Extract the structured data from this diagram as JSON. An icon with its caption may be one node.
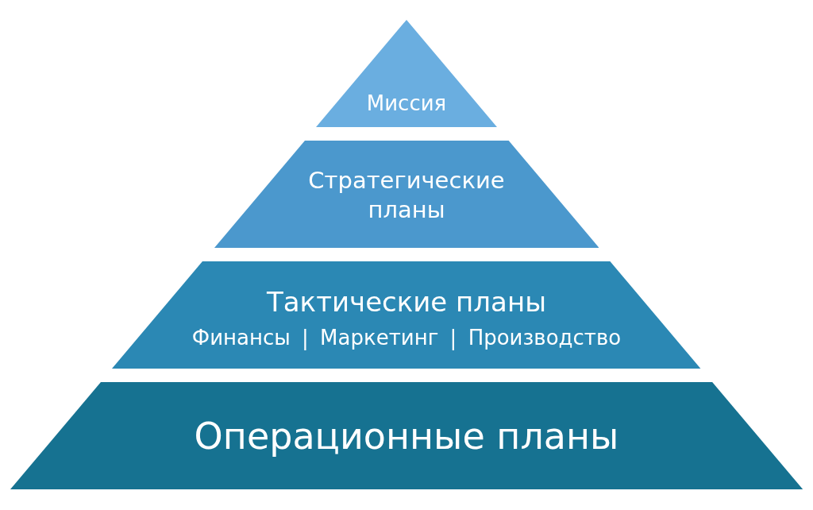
{
  "diagram": {
    "nodes": [
      {
        "text": [
          "Миссия"
        ]
      },
      {
        "text": [
          "Стратегические планы"
        ]
      },
      {
        "text": [
          "Тактические планы",
          "Финансы | Маркетинг | Производство"
        ]
      },
      {
        "text": [
          "Операционные планы"
        ]
      }
    ]
  }
}
